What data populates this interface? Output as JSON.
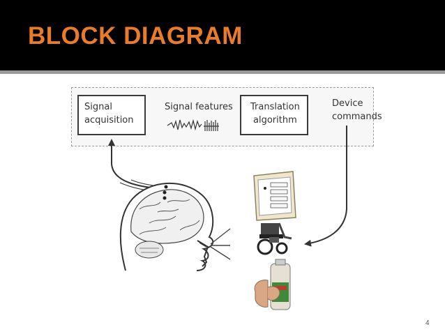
{
  "title": "BLOCK DIAGRAM",
  "blocks": {
    "signal_acquisition": {
      "line1": "Signal",
      "line2": "acquisition"
    },
    "signal_features": "Signal features",
    "translation_algorithm": {
      "line1": "Translation",
      "line2": "algorithm"
    },
    "device_commands": {
      "line1": "Device",
      "line2": "commands"
    }
  },
  "slide_number": "4",
  "colors": {
    "title": "#e87c2a",
    "header": "#000000",
    "line": "#333333"
  },
  "icons": [
    "brain-icon",
    "face-profile-icon",
    "control-panel-icon",
    "wheelchair-icon",
    "hand-bottle-icon"
  ]
}
